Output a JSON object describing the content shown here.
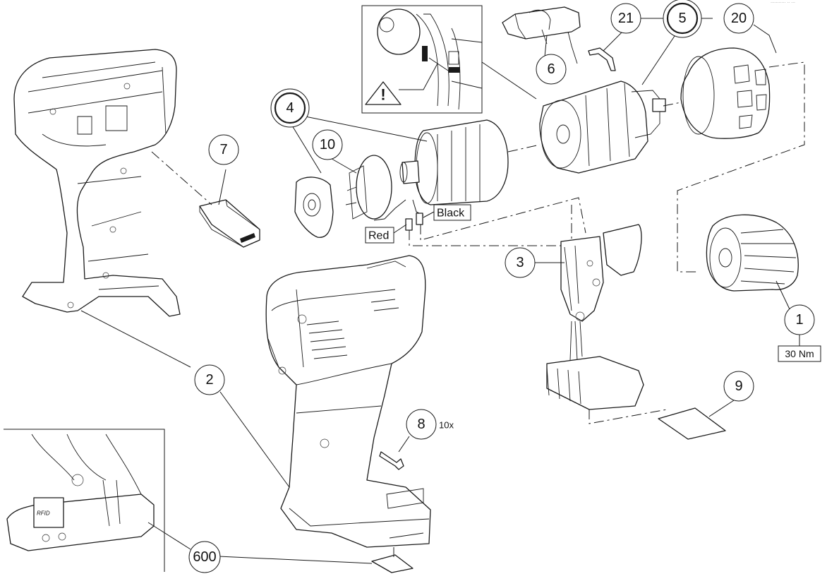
{
  "diagram": {
    "type": "exploded-parts-view",
    "subject": "cordless drill driver",
    "header_text": "...........  ..  ...",
    "callouts": [
      {
        "id": "c1",
        "label": "1",
        "part": "keyless chuck",
        "note": "30 Nm",
        "emphasis": false
      },
      {
        "id": "c2",
        "label": "2",
        "part": "housing set",
        "emphasis": false
      },
      {
        "id": "c3",
        "label": "3",
        "part": "switch with battery terminal",
        "emphasis": false
      },
      {
        "id": "c4",
        "label": "4",
        "part": "motor",
        "emphasis": true
      },
      {
        "id": "c5",
        "label": "5",
        "part": "gearbox",
        "emphasis": true
      },
      {
        "id": "c6",
        "label": "6",
        "part": "LED / electronics module",
        "emphasis": false
      },
      {
        "id": "c7",
        "label": "7",
        "part": "belt clip slide",
        "emphasis": false
      },
      {
        "id": "c8",
        "label": "8",
        "part": "screw",
        "quantity": "10x",
        "emphasis": false
      },
      {
        "id": "c9",
        "label": "9",
        "part": "label",
        "emphasis": false
      },
      {
        "id": "c10",
        "label": "10",
        "part": "motor end cap",
        "emphasis": false
      },
      {
        "id": "c20",
        "label": "20",
        "part": "torque adjusting ring",
        "emphasis": false
      },
      {
        "id": "c21",
        "label": "21",
        "part": "gear selector spring",
        "emphasis": false
      },
      {
        "id": "c600",
        "label": "600",
        "part": "nameplate",
        "emphasis": false
      }
    ],
    "wire_labels": {
      "red": "Red",
      "black": "Black"
    },
    "torque_label": "30 Nm",
    "quantity_label": "10x",
    "inset_detail": {
      "warning_symbol": "!",
      "description": "gear selector alignment"
    },
    "inset_label_text": "RFID"
  }
}
